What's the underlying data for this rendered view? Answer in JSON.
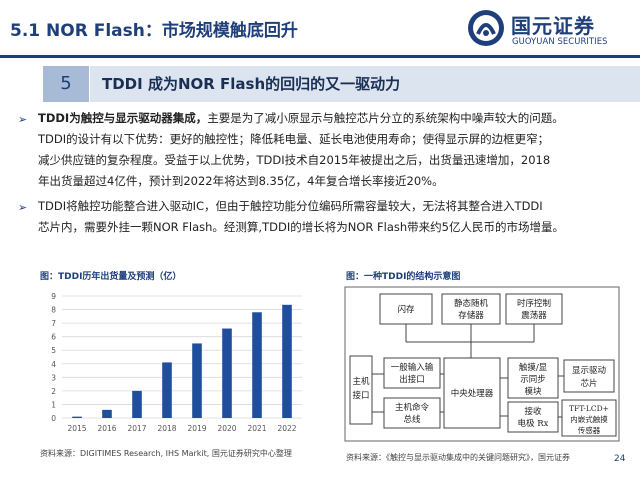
{
  "header": {
    "title": "5.1 NOR Flash：市场规模触底回升",
    "logo_cn": "国元证券",
    "logo_en": "GUOYUAN SECURITIES"
  },
  "section": {
    "number": "5",
    "title": "TDDI 成为NOR Flash的回归的又一驱动力"
  },
  "bullets": [
    {
      "lead": "TDDI为触控与显示驱动器集成，",
      "lines": [
        "主要是为了减小原显示与触控芯片分立的系统架构中噪声较大的问题。",
        "TDDI的设计有以下优势：更好的触控性；降低耗电量、延长电池使用寿命；使得显示屏的边框更窄；",
        "减少供应链的复杂程度。受益于以上优势，TDDI技术自2015年被提出之后，出货量迅速增加，2018",
        "年出货量超过4亿件，预计到2022年将达到8.35亿，4年复合增长率接近20%。"
      ]
    },
    {
      "lead": "",
      "lines": [
        "TDDI将触控功能整合进入驱动IC，但由于触控功能分位编码所需容量较大，无法将其整合进入TDDI",
        "芯片内，需要外挂一颗NOR Flash。经测算,TDDI的增长将为NOR Flash带来约5亿人民币的市场增量。"
      ]
    }
  ],
  "chart_data": {
    "type": "bar",
    "title": "图：TDDI历年出货量及预测（亿）",
    "categories": [
      "2015",
      "2016",
      "2017",
      "2018",
      "2019",
      "2020",
      "2021",
      "2022"
    ],
    "values": [
      0.1,
      0.6,
      2.0,
      4.1,
      5.5,
      6.6,
      7.8,
      8.35
    ],
    "ylim": [
      0,
      9
    ],
    "yticks": [
      0,
      1,
      2,
      3,
      4,
      5,
      6,
      7,
      8,
      9
    ],
    "grid": true,
    "xlabel": "",
    "ylabel": "",
    "bar_color": "#1f4e9c",
    "source": "资料来源：DIGITIMES Research, IHS Markit, 国元证券研究中心整理"
  },
  "diagram": {
    "title": "图：一种TDDI的结构示意图",
    "boxes": {
      "flash": "闪存",
      "sram_1": "静态随机",
      "sram_2": "存储器",
      "timing_1": "时序控制",
      "timing_2": "震荡器",
      "host_1": "主机",
      "host_2": "接口",
      "gpio_1": "一般输入输",
      "gpio_2": "出接口",
      "cmd_1": "主机命令",
      "cmd_2": "总线",
      "cpu": "中央处理器",
      "sync_1": "触摸/显",
      "sync_2": "示同步",
      "sync_3": "模块",
      "driver_1": "显示驱动",
      "driver_2": "芯片",
      "rx_1": "接收",
      "rx_2": "电极 Rx",
      "lcd_1": "TFT-LCD+",
      "lcd_2": "内嵌式触摸",
      "lcd_3": "传感器"
    },
    "source": "资料来源：《触控与显示驱动集成中的关键问题研究》，国元证券"
  },
  "page_number": "24"
}
